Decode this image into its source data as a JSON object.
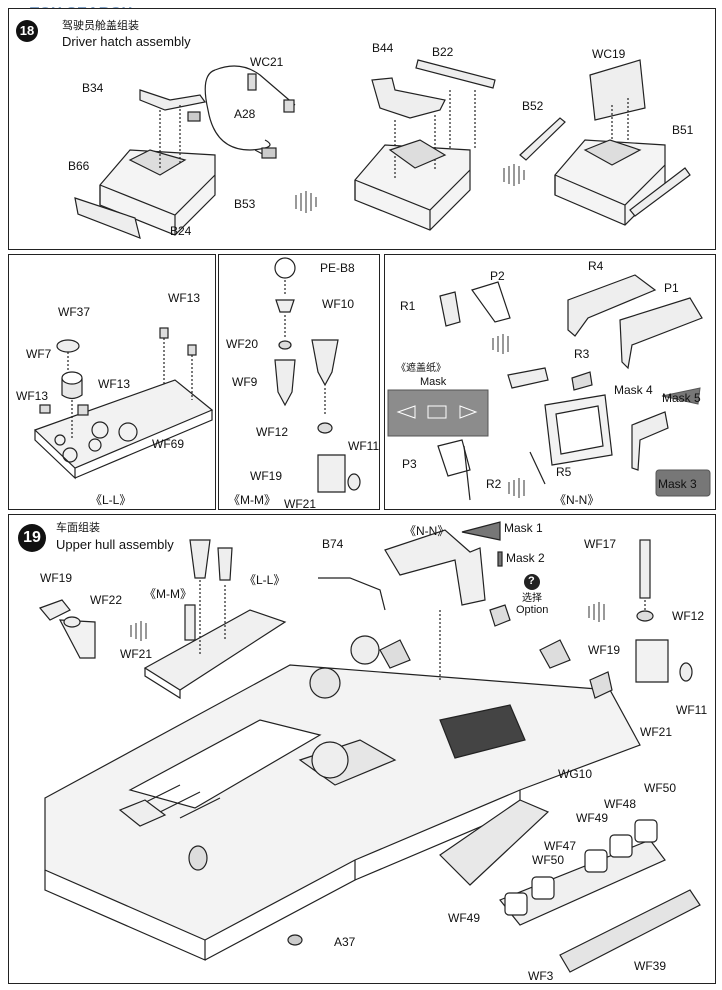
{
  "watermark": "TOY SEARCH",
  "step18": {
    "title_cn": "驾驶员舱盖组装",
    "title_en": "Driver hatch assembly",
    "labels": {
      "B34": "B34",
      "WC21": "WC21",
      "A28": "A28",
      "B66": "B66",
      "B53": "B53",
      "B24": "B24",
      "B44": "B44",
      "B22": "B22",
      "WC19": "WC19",
      "B52": "B52",
      "B51": "B51"
    }
  },
  "sub_LL": {
    "caption": "《L-L》",
    "labels": {
      "WF13a": "WF13",
      "WF37": "WF37",
      "WF7": "WF7",
      "WF13b": "WF13",
      "WF13c": "WF13",
      "WF69": "WF69"
    }
  },
  "sub_MM": {
    "caption": "《M-M》",
    "labels": {
      "PEB8": "PE-B8",
      "WF10": "WF10",
      "WF20": "WF20",
      "WF9": "WF9",
      "WF12": "WF12",
      "WF11": "WF11",
      "WF19": "WF19",
      "WF21": "WF21"
    }
  },
  "sub_NN": {
    "caption": "《N-N》",
    "mask_sheet_title": "《遮盖纸》",
    "mask_sheet_en": "Mask",
    "labels": {
      "R4": "R4",
      "P2": "P2",
      "R1": "R1",
      "P1": "P1",
      "R3": "R3",
      "Mask4": "Mask 4",
      "Mask5": "Mask 5",
      "P3": "P3",
      "R5": "R5",
      "R2": "R2",
      "Mask3": "Mask 3"
    }
  },
  "step19": {
    "number": "19",
    "title_cn": "车面组装",
    "title_en": "Upper hull assembly",
    "callout_MM": "《M-M》",
    "callout_LL": "《L-L》",
    "callout_NN": "《N-N》",
    "option_cn": "选择",
    "option_en": "Option",
    "option_mark": "?",
    "labels": {
      "WF19a": "WF19",
      "WF22": "WF22",
      "WF21a": "WF21",
      "B74": "B74",
      "Mask1": "Mask 1",
      "Mask2": "Mask 2",
      "WF17": "WF17",
      "WF12": "WF12",
      "WF19b": "WF19",
      "WF11": "WF11",
      "WF21b": "WF21",
      "WG10": "WG10",
      "WF50a": "WF50",
      "WF48": "WF48",
      "WF49a": "WF49",
      "WF47": "WF47",
      "WF50b": "WF50",
      "WF49b": "WF49",
      "WF3": "WF3",
      "WF39": "WF39",
      "A37": "A37"
    }
  }
}
